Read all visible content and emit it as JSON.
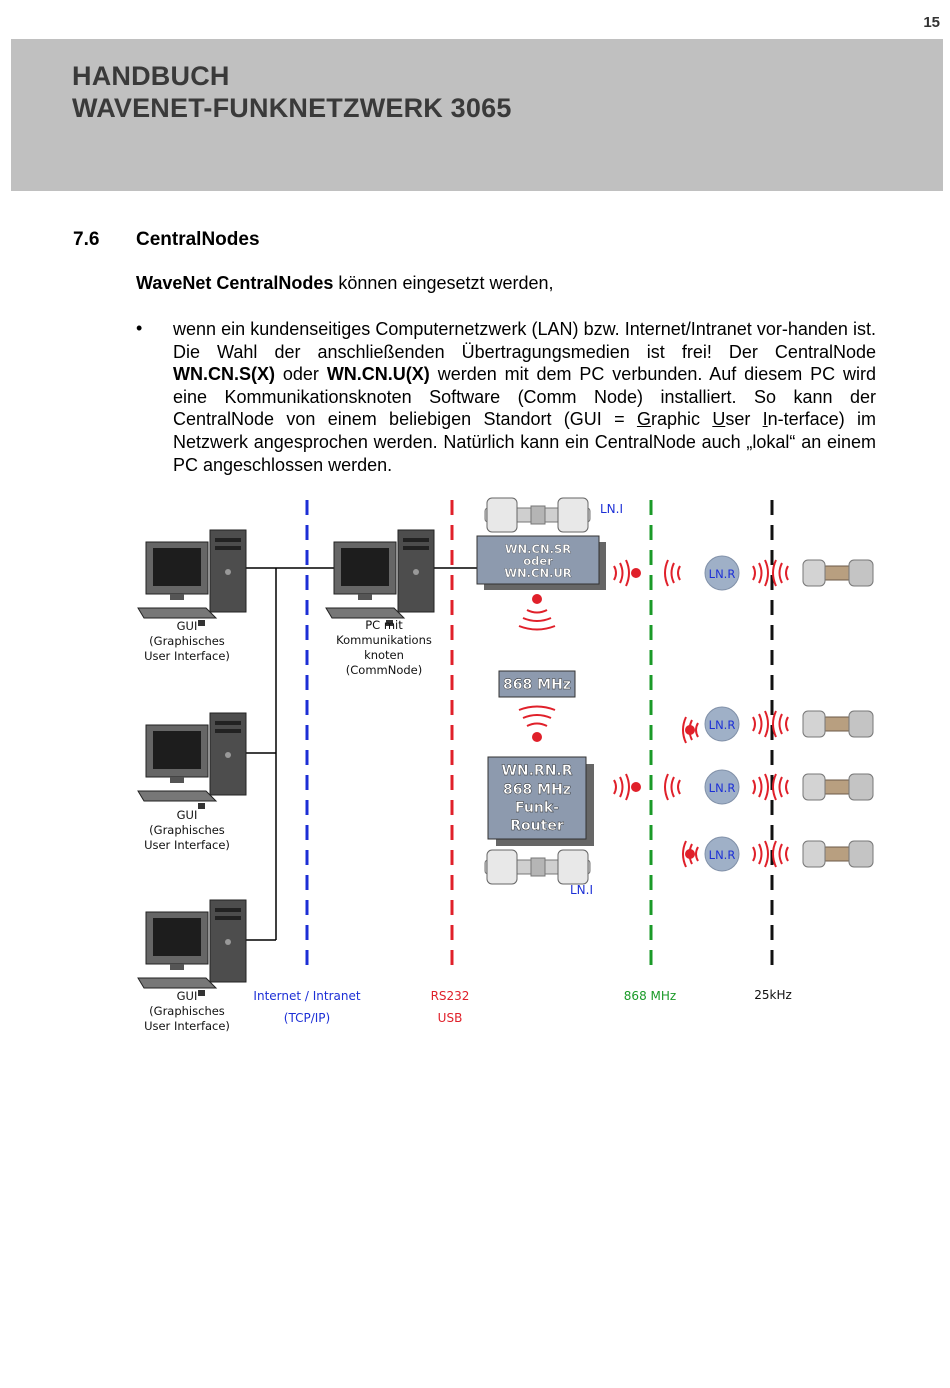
{
  "page_number": "15",
  "header": {
    "line1": "HANDBUCH",
    "line2": "WAVENET-FUNKNETZWERK 3065"
  },
  "section": {
    "number": "7.6",
    "title": "CentralNodes"
  },
  "intro": {
    "bold": "WaveNet CentralNodes",
    "rest": " können eingesetzt werden,"
  },
  "bullet": {
    "symbol": "•",
    "p1": "wenn ein kundenseitiges Computernetzwerk (LAN) bzw. Internet/Intranet vor-handen ist. Die Wahl der anschließenden Übertragungsmedien ist frei! Der CentralNode ",
    "b1": "WN.CN.S(X)",
    "p2": " oder ",
    "b2": "WN.CN.U(X)",
    "p3": " werden mit dem PC verbunden. Auf diesem PC wird eine Kommunikationsknoten Software (Comm Node) installiert. So kann der CentralNode von einem beliebigen Standort (GUI = ",
    "g": "G",
    "p4": "raphic ",
    "u": "U",
    "p5": "ser ",
    "i": "I",
    "p6": "n-terface) im Netzwerk angesprochen werden. Natürlich kann ein CentralNode auch „lokal“ an einem PC angeschlossen werden."
  },
  "diagram": {
    "gui_label": [
      "GUI",
      "(Graphisches",
      "User Interface)"
    ],
    "pc_label": [
      "PC mit",
      "Kommunikations",
      "knoten",
      "(CommNode)"
    ],
    "cn_box": [
      "WN.CN.SR",
      "oder",
      "WN.CN.UR"
    ],
    "freq_box": "868 MHz",
    "router_box": [
      "WN.RN.R",
      "868 MHz",
      "Funk-",
      "Router"
    ],
    "ln_i": "LN.I",
    "ln_r": "LN.R",
    "zones": {
      "internet": [
        "Internet / Intranet",
        "(TCP/IP)"
      ],
      "rs232": [
        "RS232",
        "USB"
      ],
      "mhz": "868 MHz",
      "khz": "25kHz"
    },
    "colors": {
      "blue": "#1c2fd6",
      "red": "#e0202a",
      "green": "#1a9a28",
      "black": "#111111",
      "box": "#8d9aae"
    }
  }
}
